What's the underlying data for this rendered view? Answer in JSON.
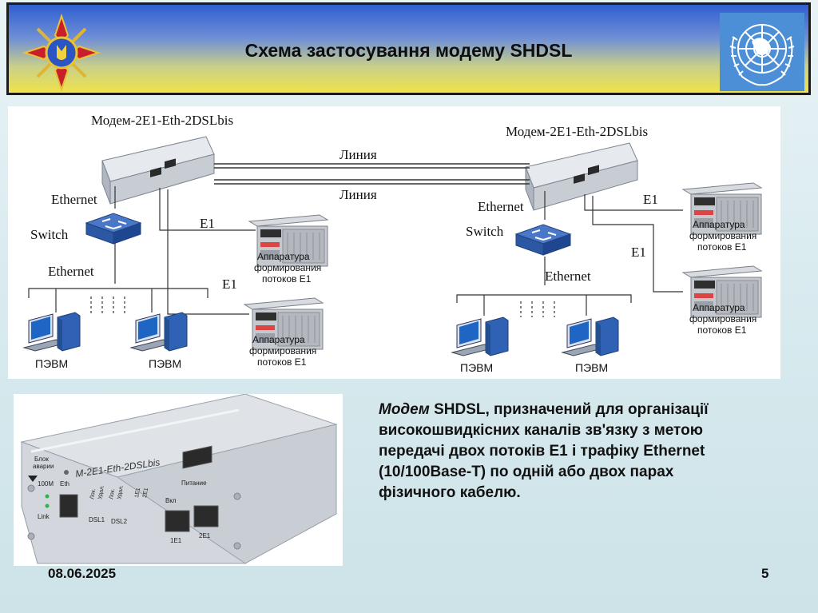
{
  "header": {
    "title": "Схема застосування модему SHDSL"
  },
  "diagram": {
    "modem_left": "Модем-2E1-Eth-2DSLbis",
    "modem_right": "Модем-2E1-Eth-2DSLbis",
    "line_top": "Линия",
    "line_bottom": "Линия",
    "ethernet": "Ethernet",
    "switch": "Switch",
    "e1": "E1",
    "pc": "ПЭВМ",
    "equip_line1": "Аппаратура",
    "equip_line2": "формирования",
    "equip_line3": "потоков E1"
  },
  "photo": {
    "model": "M-2E1-Eth-2DSLbis",
    "power": "Питание",
    "on": "Вкл",
    "block": "Блок",
    "alarm": "аварии",
    "speed": "100M",
    "eth": "Eth",
    "link": "Link",
    "dsl1": "DSL1",
    "dsl2": "DSL2",
    "loc": "Лок.",
    "rem": "Удал.",
    "e1_1": "1E1",
    "e1_2": "2E1"
  },
  "description": {
    "lead": "Модем",
    "line1": " SHDSL,  призначений для організації",
    "line2": "високошвидкісних каналів зв'язку з метою",
    "line3": "передачі  двох потоків E1 і трафіку Ethernet",
    "line4": "(10/100Base-T) по одній або двох  парах",
    "line5": "фізичного кабелю."
  },
  "footer": {
    "date": "08.06.2025",
    "page": "5"
  }
}
